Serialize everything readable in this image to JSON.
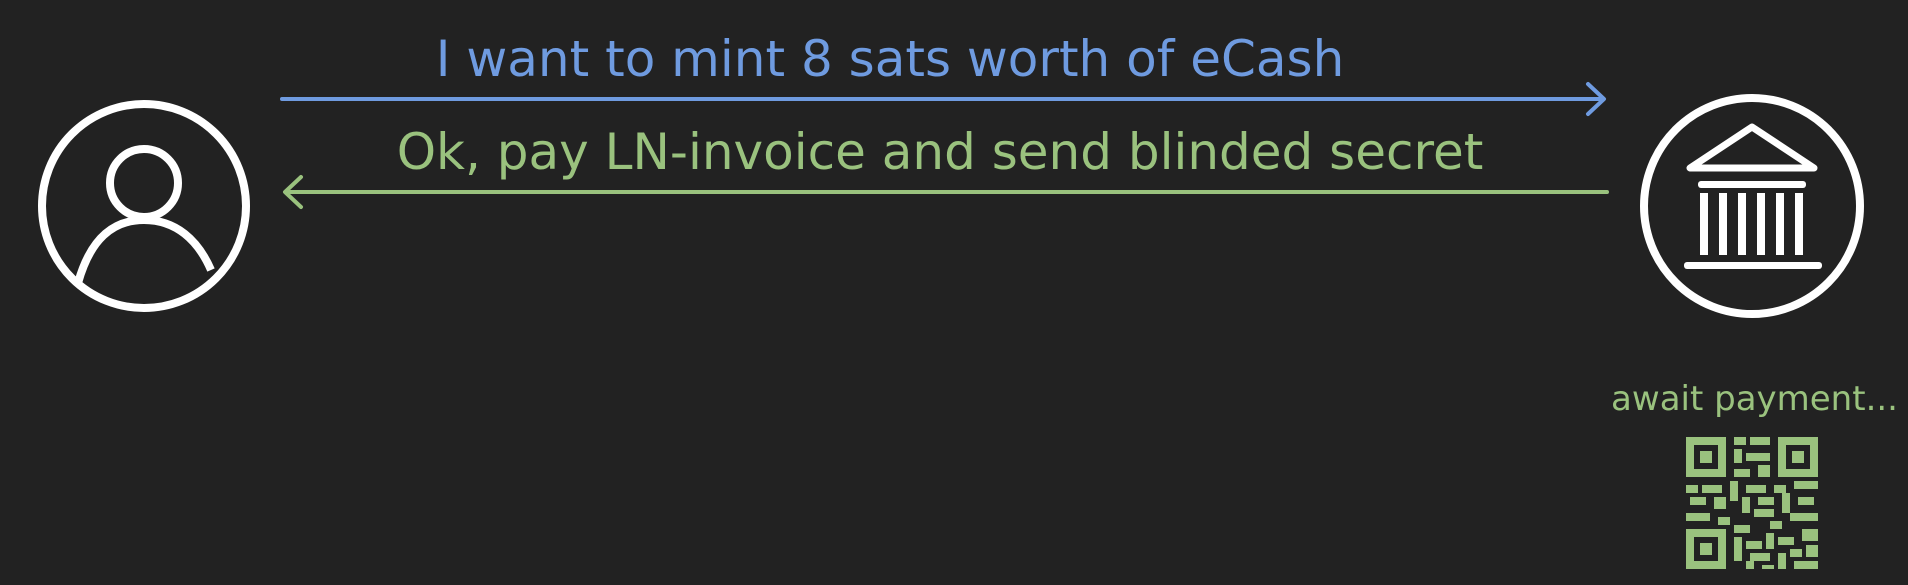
{
  "messages": {
    "request": "I want to mint 8 sats worth of eCash",
    "response": "Ok, pay LN-invoice and send blinded secret"
  },
  "status": {
    "label": "await payment..."
  },
  "icons": {
    "client": "user-icon",
    "mint": "bank-icon",
    "invoice": "qr-code-icon"
  },
  "colors": {
    "background": "#222222",
    "request": "#6f9be0",
    "response": "#9ac27e",
    "icon": "#ffffff"
  }
}
